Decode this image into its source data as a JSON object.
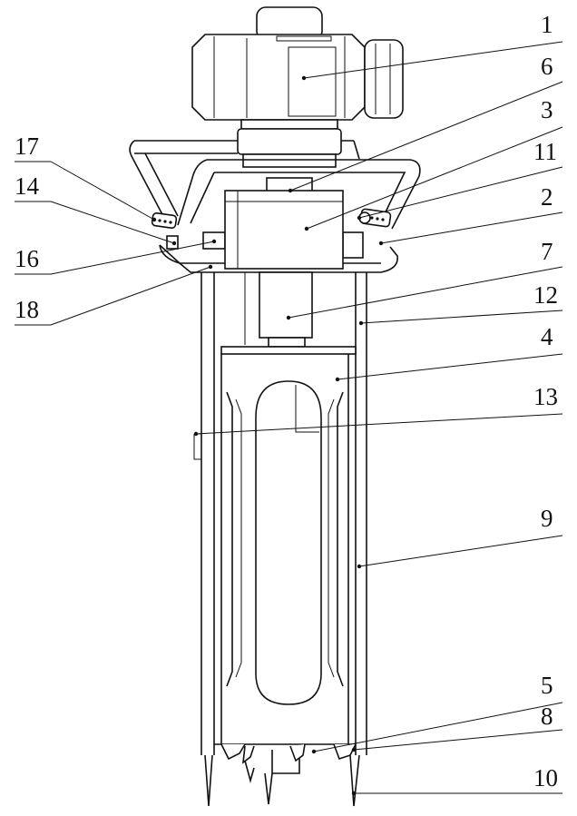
{
  "labels": {
    "l1": "1",
    "l6": "6",
    "l3": "3",
    "l11": "11",
    "l2": "2",
    "l7": "7",
    "l12": "12",
    "l4": "4",
    "l13": "13",
    "l9": "9",
    "l5": "5",
    "l8": "8",
    "l10": "10",
    "l17": "17",
    "l14": "14",
    "l16": "16",
    "l18": "18"
  }
}
